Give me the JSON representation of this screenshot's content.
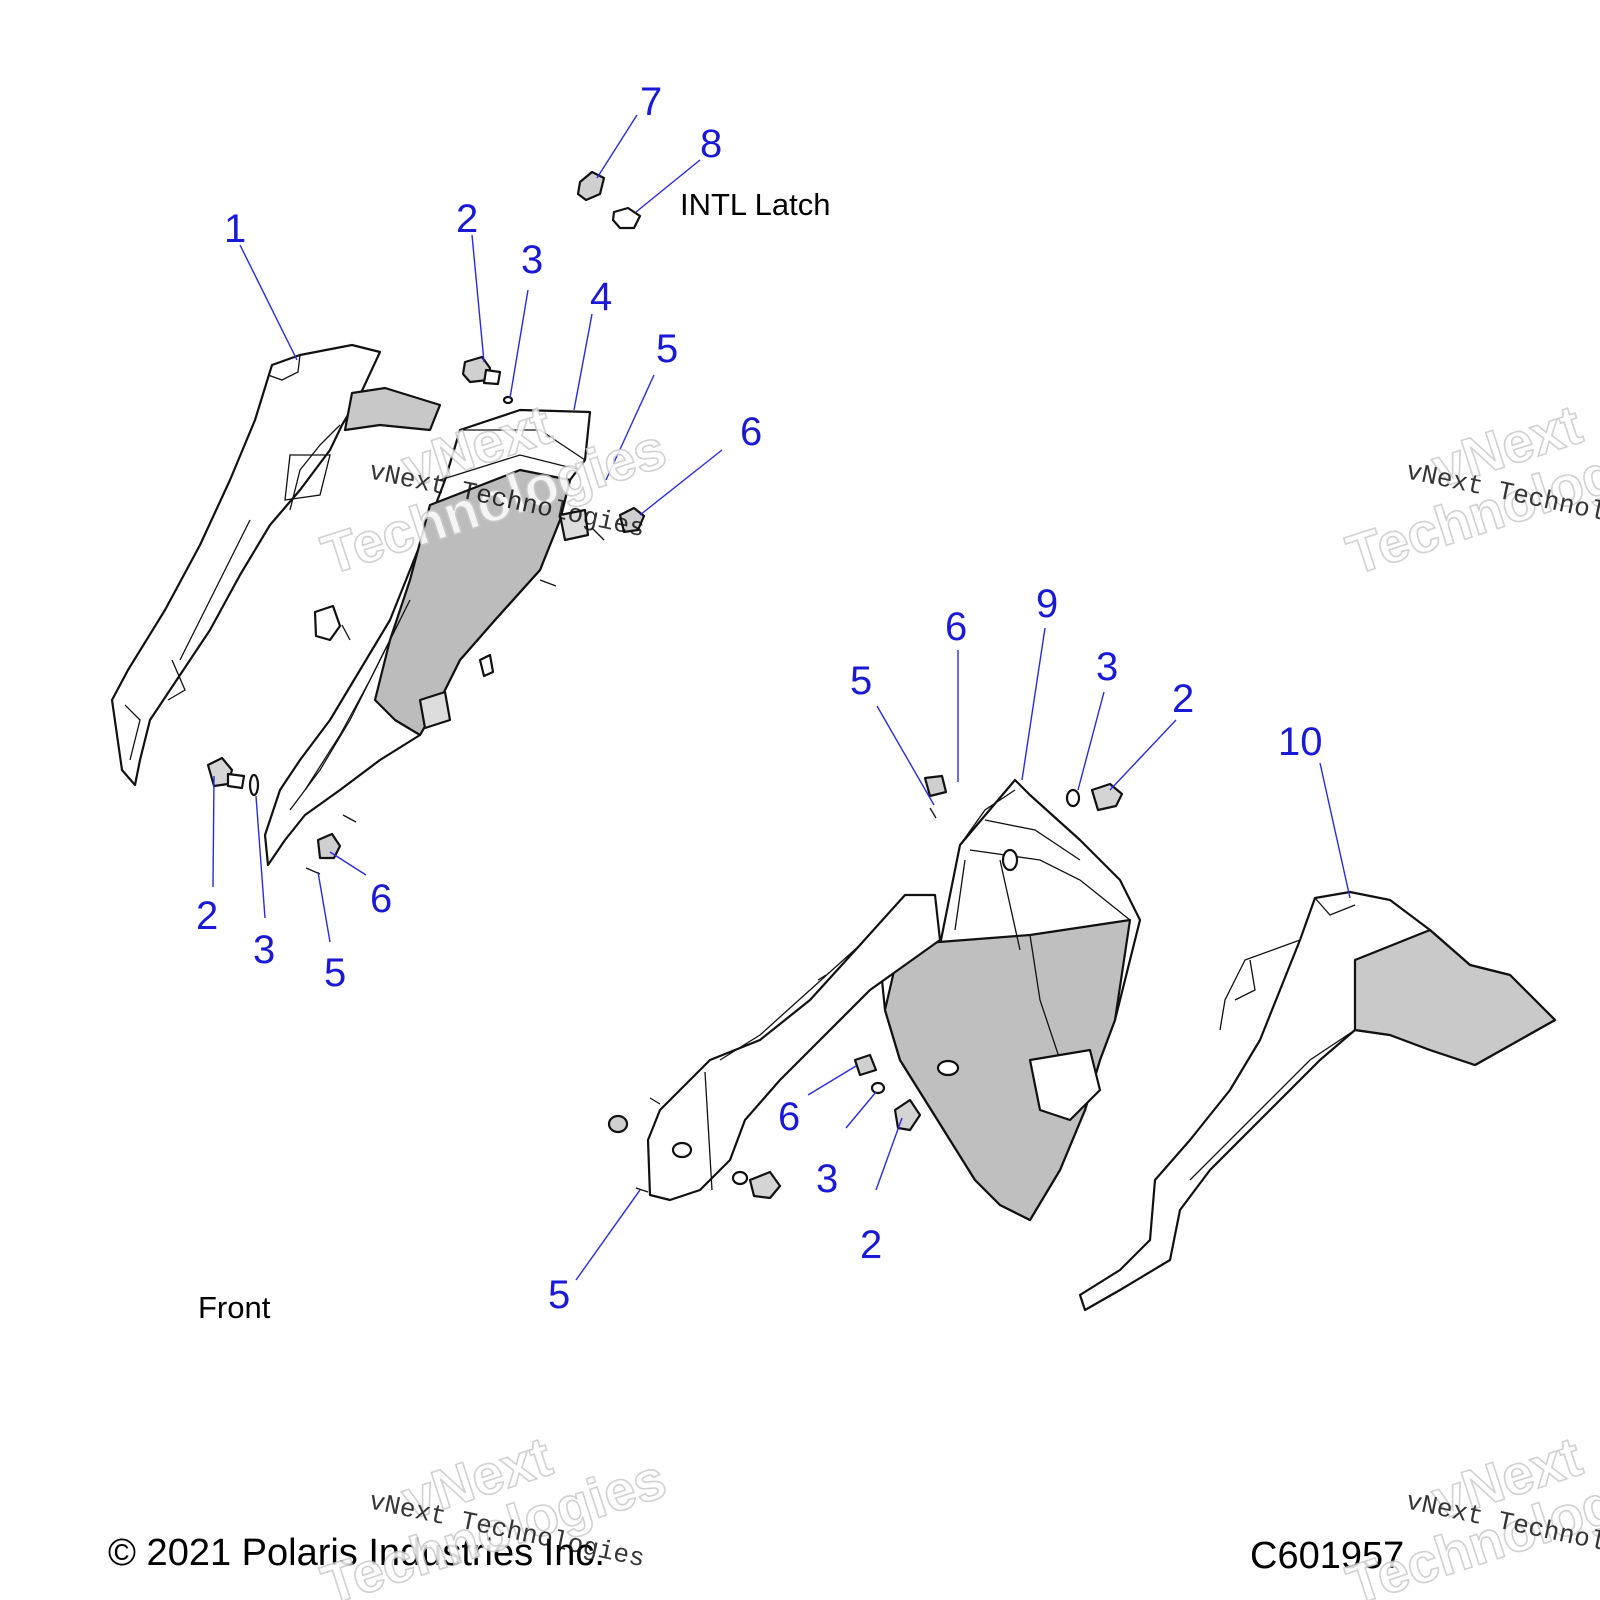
{
  "diagram": {
    "labels": {
      "intl_latch": "INTL Latch",
      "front": "Front",
      "copyright": "© 2021 Polaris Industries Inc.",
      "drawing_number": "C601957"
    },
    "callouts": [
      {
        "id": "c1",
        "text": "1"
      },
      {
        "id": "c2a",
        "text": "2"
      },
      {
        "id": "c3a",
        "text": "3"
      },
      {
        "id": "c4",
        "text": "4"
      },
      {
        "id": "c5a",
        "text": "5"
      },
      {
        "id": "c6a",
        "text": "6"
      },
      {
        "id": "c7",
        "text": "7"
      },
      {
        "id": "c8",
        "text": "8"
      },
      {
        "id": "c2b",
        "text": "2"
      },
      {
        "id": "c3b",
        "text": "3"
      },
      {
        "id": "c5b",
        "text": "5"
      },
      {
        "id": "c6b",
        "text": "6"
      },
      {
        "id": "c5c",
        "text": "5"
      },
      {
        "id": "c6c",
        "text": "6"
      },
      {
        "id": "c9",
        "text": "9"
      },
      {
        "id": "c3c",
        "text": "3"
      },
      {
        "id": "c2c",
        "text": "2"
      },
      {
        "id": "c10",
        "text": "10"
      },
      {
        "id": "c6d",
        "text": "6"
      },
      {
        "id": "c3d",
        "text": "3"
      },
      {
        "id": "c2d",
        "text": "2"
      },
      {
        "id": "c5d",
        "text": "5"
      }
    ],
    "watermark": {
      "big_line1": "vNext",
      "big_line2": "Technologies",
      "small": "vNext Technologies"
    }
  }
}
